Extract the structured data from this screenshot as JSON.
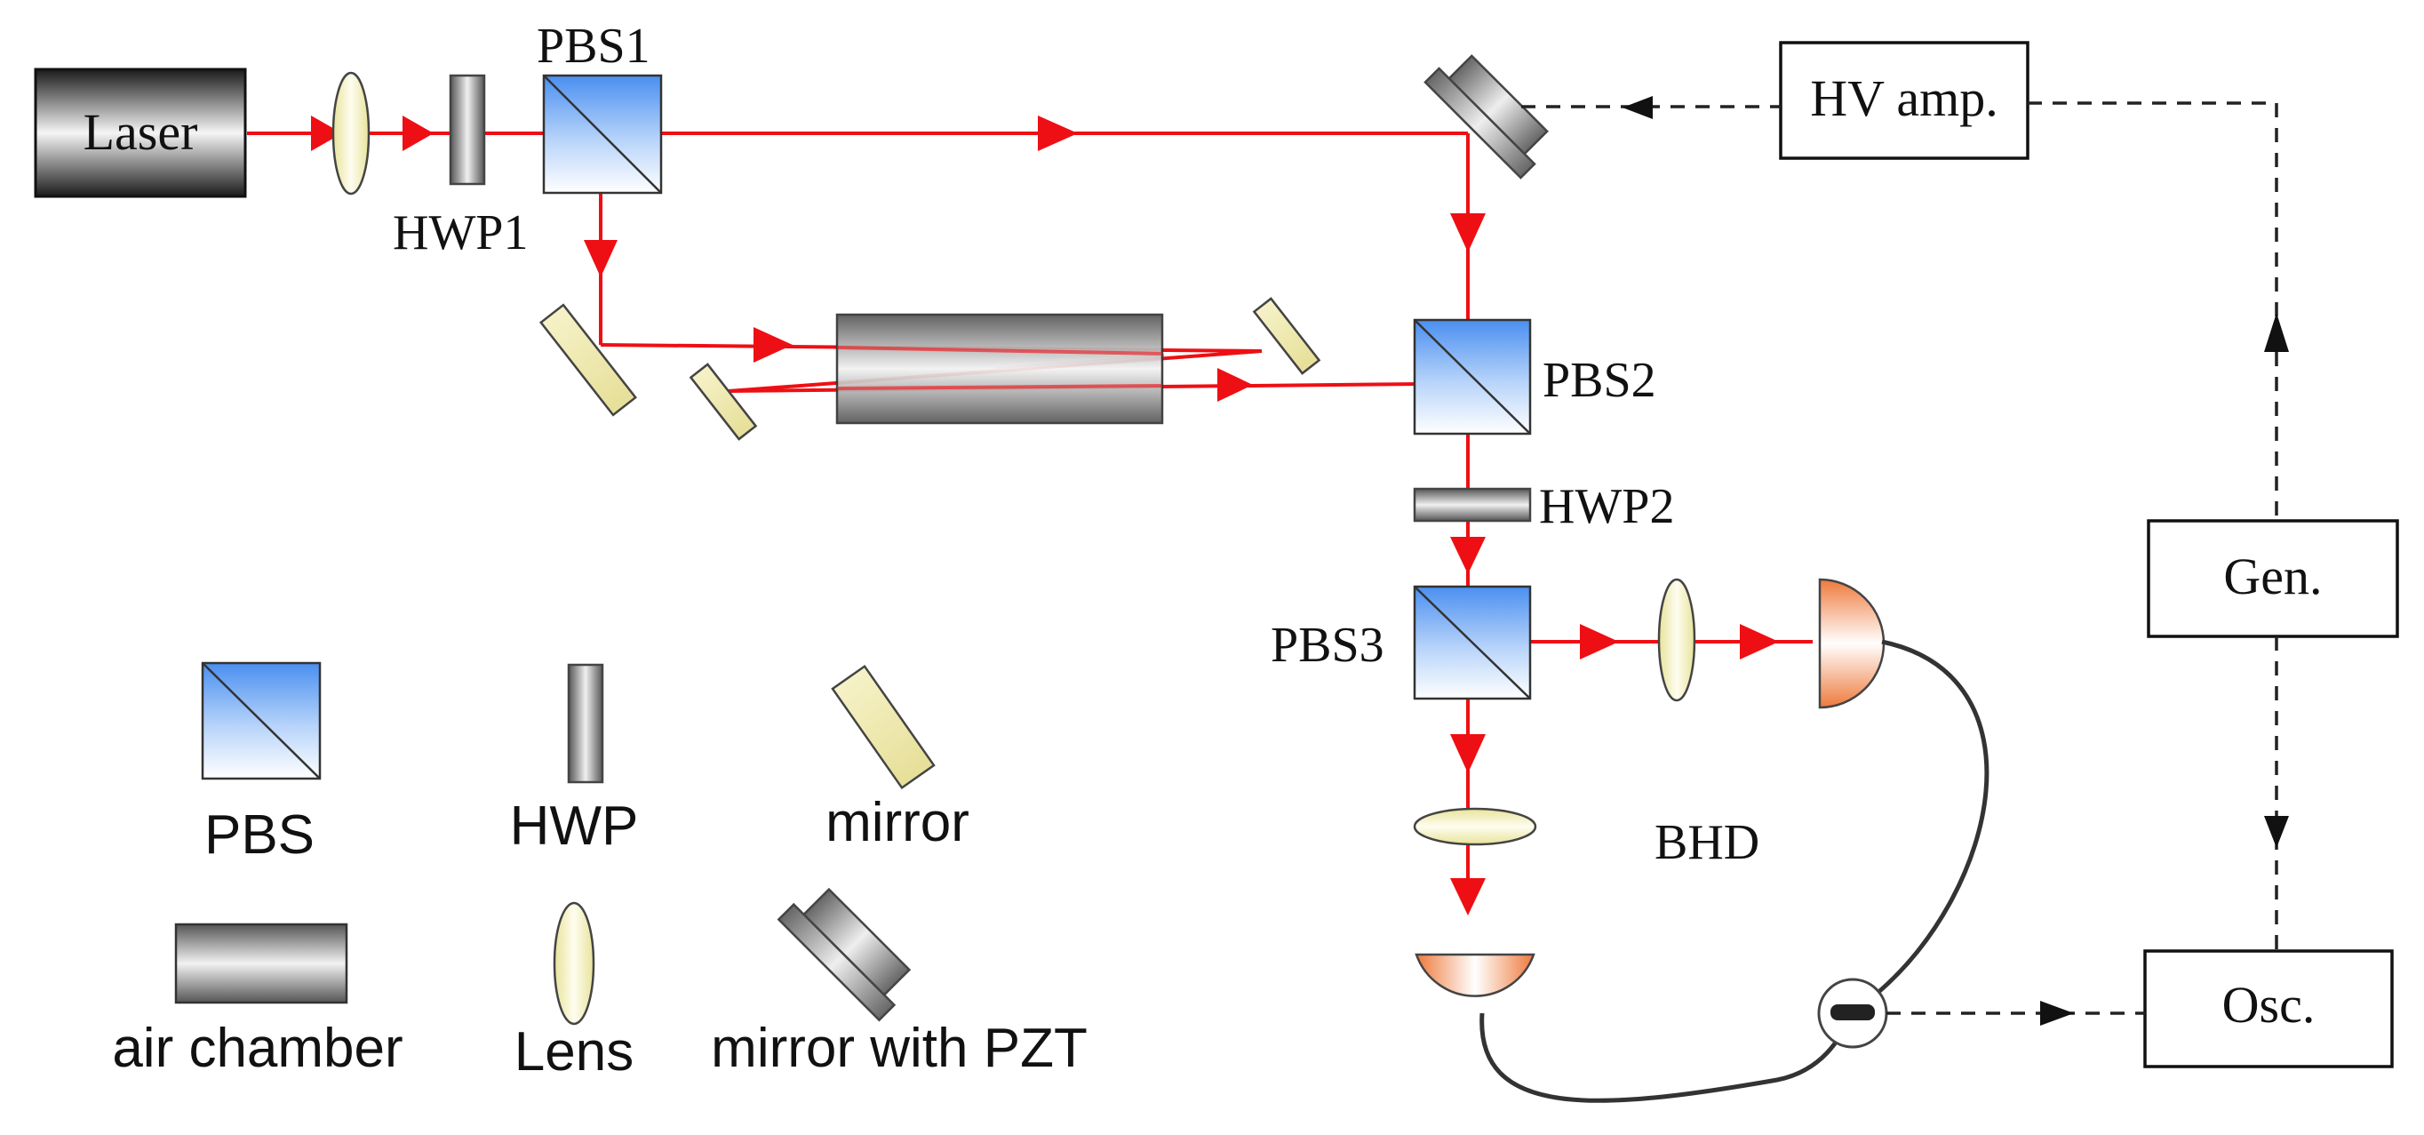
{
  "labels": {
    "laser": "Laser",
    "pbs1": "PBS1",
    "hwp1": "HWP1",
    "pbs2": "PBS2",
    "hwp2": "HWP2",
    "pbs3": "PBS3",
    "hv_amp": "HV amp.",
    "gen": "Gen.",
    "osc": "Osc.",
    "bhd": "BHD"
  },
  "legend": [
    {
      "key": "pbs",
      "label": "PBS"
    },
    {
      "key": "hwp",
      "label": "HWP"
    },
    {
      "key": "mirror",
      "label": "mirror"
    },
    {
      "key": "air-chamber",
      "label": "air chamber"
    },
    {
      "key": "lens",
      "label": "Lens"
    },
    {
      "key": "mirror-pzt",
      "label": "mirror with PZT"
    }
  ],
  "colors": {
    "beam": "#ee0f14",
    "pbs_blue": "#4d90f0",
    "mirror_yellow": "#f2efb8",
    "detector_orange": "#ee7a3c"
  }
}
